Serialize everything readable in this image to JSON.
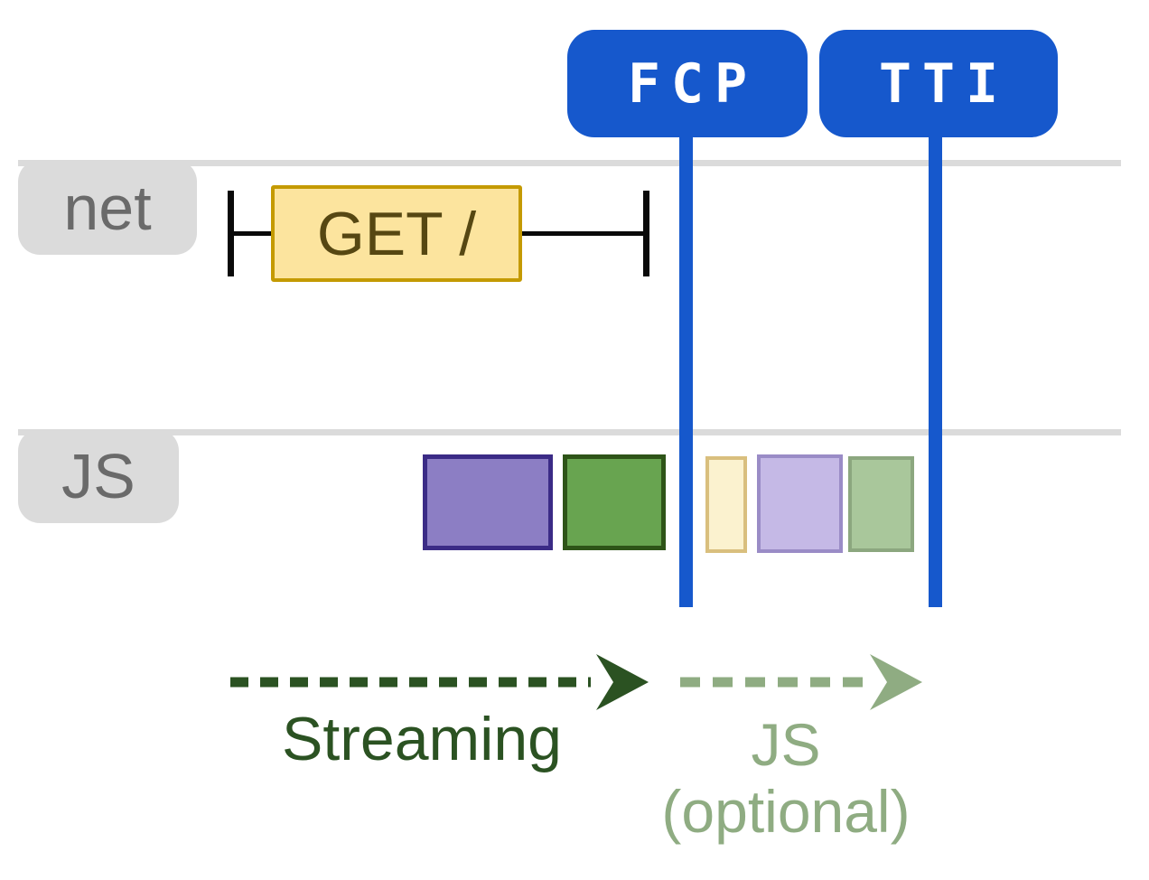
{
  "badges": {
    "fcp": "FCP",
    "tti": "TTI"
  },
  "tracks": {
    "net": "net",
    "js": "JS"
  },
  "network": {
    "request_label": "GET /"
  },
  "legend": {
    "streaming_label": "Streaming",
    "js_label": "JS",
    "optional_label": "(optional)"
  },
  "blocks": [
    {
      "name": "solid-purple-task",
      "fill": "#8C7EC4",
      "border": "#3B2B86"
    },
    {
      "name": "solid-green-task",
      "fill": "#68A450",
      "border": "#2E5418"
    },
    {
      "name": "faded-yellow-task",
      "fill": "#FBF2CF",
      "border": "#D9BF7E"
    },
    {
      "name": "faded-purple-task",
      "fill": "#C5B9E6",
      "border": "#9A8CC6"
    },
    {
      "name": "faded-green-task",
      "fill": "#A9C79B",
      "border": "#8CA77F"
    }
  ],
  "colors": {
    "accent-blue": "#1658CC",
    "track-gray": "#DBDBDB",
    "label-text": "#6A6A6A",
    "whisker-black": "#0A0A0A",
    "request-fill": "#FCE49E",
    "request-border": "#C49A02",
    "request-text": "#564712",
    "streaming-green": "#2B5222",
    "optional-sage": "#8FAC82"
  }
}
